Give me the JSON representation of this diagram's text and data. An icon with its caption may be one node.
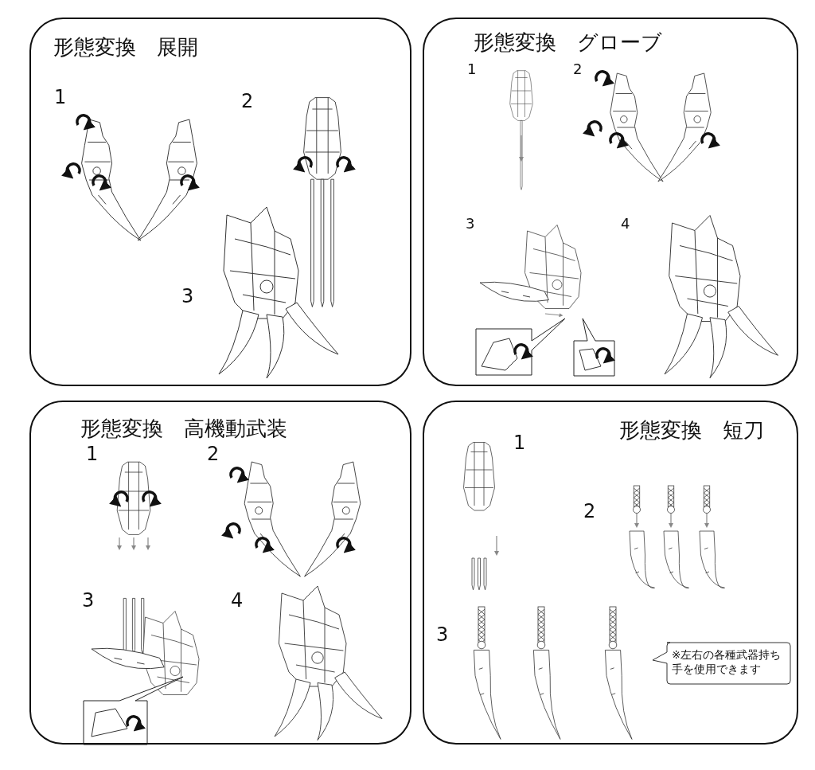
{
  "diagram": {
    "nodes": [
      {
        "text": [
          "形態変換　展開"
        ]
      },
      {
        "text": [
          "形態変換　グローブ"
        ]
      },
      {
        "text": [
          "形態変換　高機動武装"
        ]
      },
      {
        "text": [
          "形態変換　短刀"
        ]
      },
      {
        "text": [
          "※左右の各種武器持ち手を使用できます"
        ],
        "in": 3
      }
    ],
    "edges": [],
    "labels": [
      "1",
      "2",
      "3",
      "1",
      "2",
      "3",
      "4",
      "1",
      "2",
      "3",
      "4",
      "1",
      "2",
      "3"
    ]
  }
}
